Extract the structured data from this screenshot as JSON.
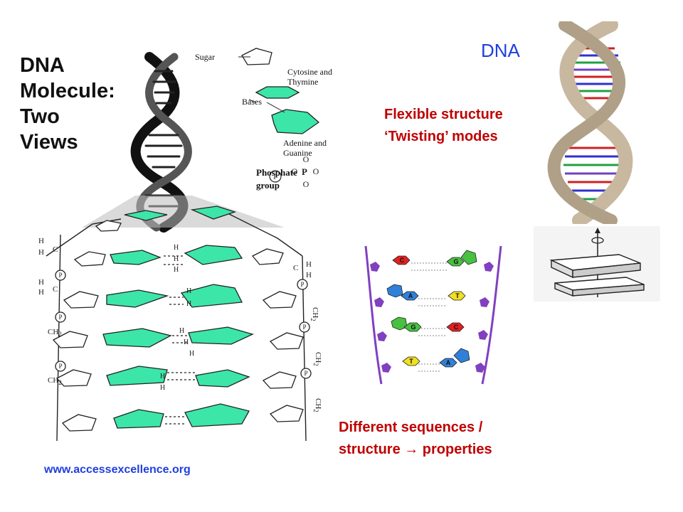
{
  "left_panel": {
    "title_lines": [
      "DNA",
      "Molecule:",
      "Two",
      "Views"
    ],
    "labels": {
      "sugar": "Sugar",
      "pyrimidines": [
        "Cytosine and",
        "Thymine"
      ],
      "bases": "Bases",
      "purines": [
        "Adenine and",
        "Guanine"
      ],
      "phosphate": [
        "Phosphate",
        "group"
      ]
    },
    "phosphate_letter": "P",
    "atom_h": "H",
    "atom_c": "C",
    "ch2": "CH",
    "sub2": "2"
  },
  "right_panel": {
    "title": "DNA",
    "flexible_lines": [
      "Flexible structure",
      "‘Twisting’ modes"
    ],
    "sequence_line1": "Different sequences /",
    "sequence_line2_a": "structure ",
    "sequence_arrow": "→",
    "sequence_line2_b": " properties",
    "base_pairs": [
      {
        "left": "C",
        "right": "G"
      },
      {
        "left": "A",
        "right": "T"
      },
      {
        "left": "G",
        "right": "C"
      },
      {
        "left": "T",
        "right": "A"
      }
    ]
  },
  "source": "www.accessexcellence.org",
  "colors": {
    "title_blue": "#1f3ee0",
    "label_red": "#c00000",
    "base_green": "#3ce6a8",
    "cytosine_red": "#e02020",
    "guanine_green": "#48c040",
    "adenine_blue": "#2f80d8",
    "thymine_yellow": "#f0e020",
    "backbone_purple": "#8040c0"
  }
}
